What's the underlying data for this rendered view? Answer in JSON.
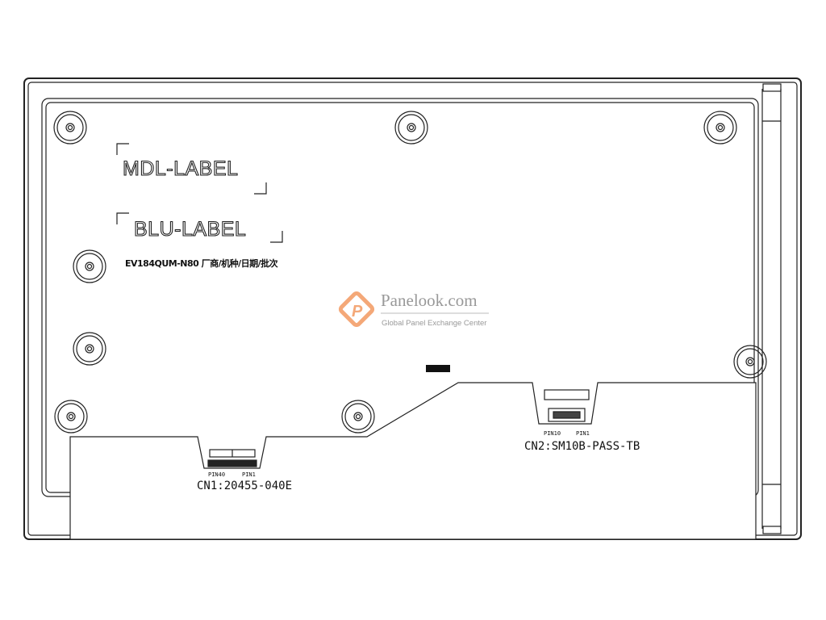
{
  "labels": {
    "mdl": "MDL-LABEL",
    "blu": "BLU-LABEL",
    "model_line": "EV184QUM-N80 厂商/机种/日期/批次"
  },
  "watermark": {
    "brand": "Panelook.com",
    "tagline": "Global Panel Exchange Center",
    "accent": "#f4a878"
  },
  "connectors": {
    "cn1": {
      "name": "CN1:20455-040E",
      "pin_left": "PIN40",
      "pin_right": "PIN1"
    },
    "cn2": {
      "name": "CN2:SM10B-PASS-TB",
      "pin_left": "PIN10",
      "pin_right": "PIN1"
    }
  }
}
